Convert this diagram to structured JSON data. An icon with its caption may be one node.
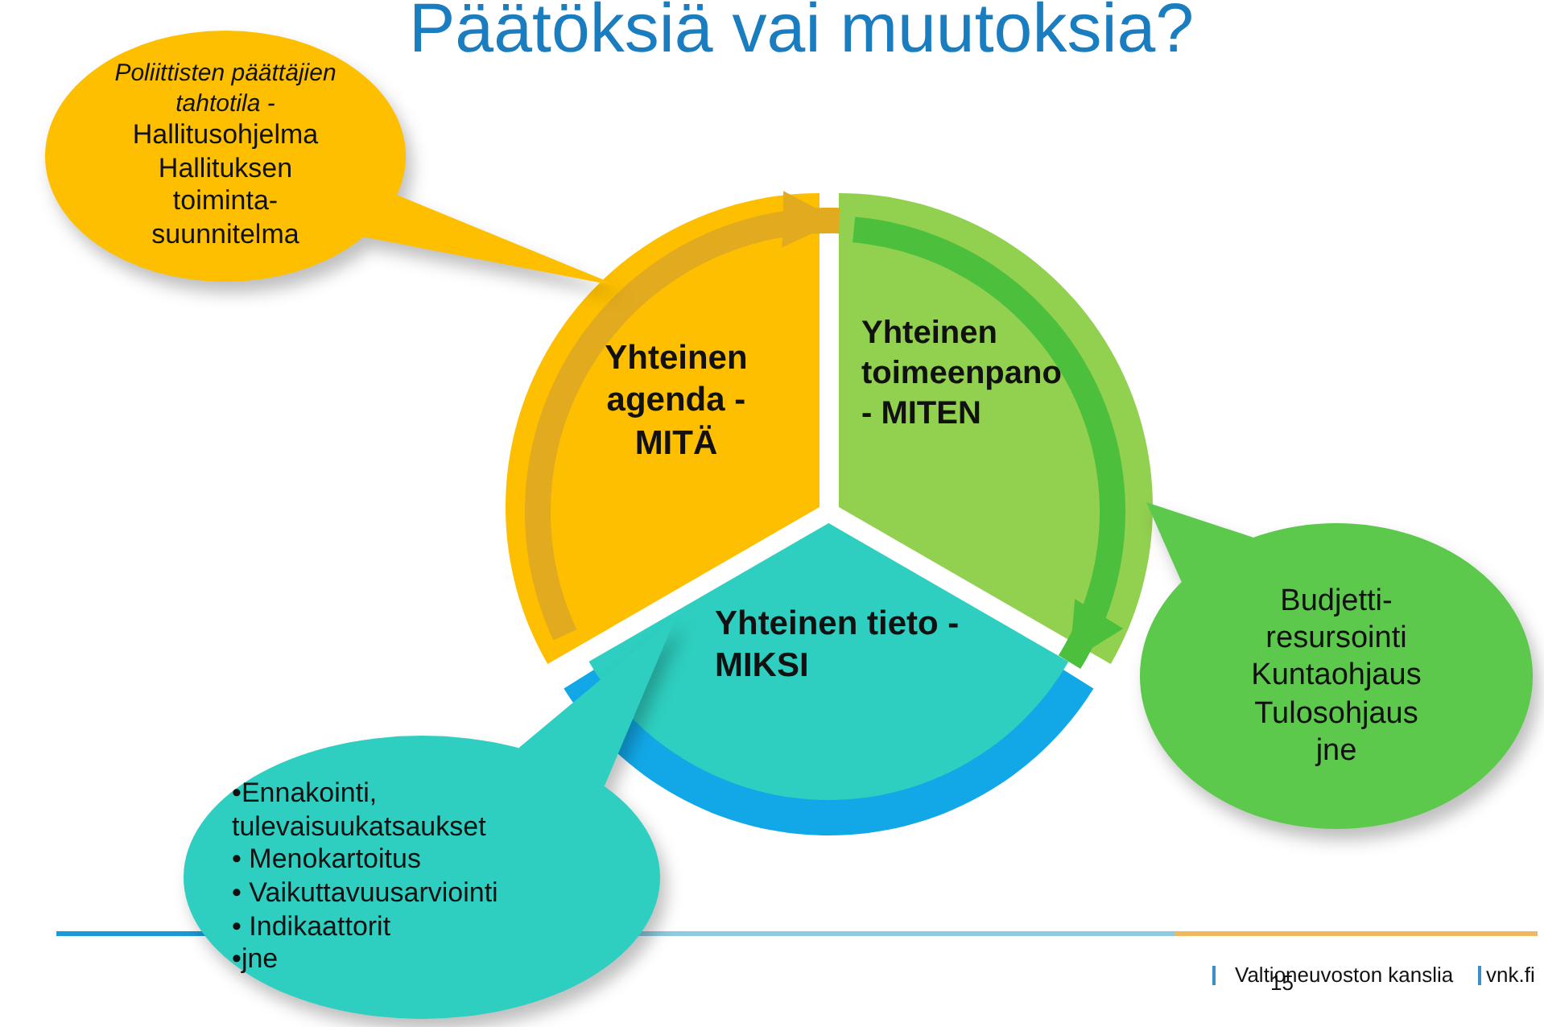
{
  "diagram": {
    "title": "Päätöksiä vai muutoksia?",
    "nodes": [
      {
        "text": [
          "Poliittisten päättäjien tahtotila -",
          "Hallitusohjelma Hallituksen toiminta- suunnitelma"
        ]
      },
      {
        "text": [
          "Yhteinen agenda - MITÄ"
        ]
      },
      {
        "text": [
          "Yhteinen toimeenpano - MITEN"
        ]
      },
      {
        "text": [
          "Yhteinen tieto - MIKSI"
        ]
      },
      {
        "text": [
          "Budjetti- resursointi Kuntaohjaus Tulosohjaus jne"
        ]
      },
      {
        "text": [
          "•Ennakointi, tulevaisuukatsaukset",
          "• Menokartoitus",
          "• Vaikuttavuusarviointi",
          "• Indikaattorit",
          "•jne"
        ]
      }
    ],
    "edges": [
      {
        "from": 1,
        "to": 2,
        "arrow": "to",
        "color": "#e2ab1f"
      },
      {
        "from": 2,
        "to": 3,
        "arrow": "to",
        "color": "#4cbf3c"
      }
    ],
    "labels": [
      "Valtioneuvoston kanslia",
      "15",
      "vnk.fi"
    ]
  }
}
